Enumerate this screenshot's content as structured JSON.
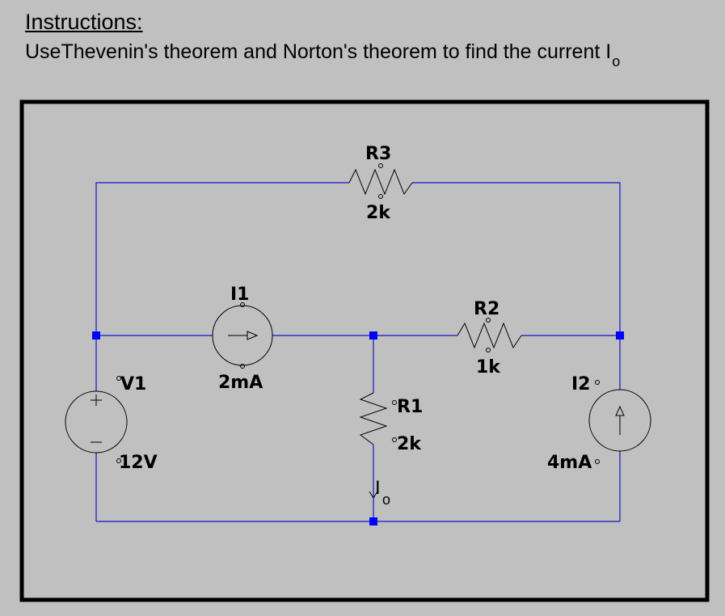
{
  "instructions": {
    "title": "Instructions:",
    "text": "UseThevenin's theorem and Norton's theorem to find the current I",
    "subscript": "o"
  },
  "colors": {
    "background": "#c0c0c0",
    "frame": "#000000",
    "wire": "#1414c8",
    "node": "#0000ff"
  },
  "components": {
    "R3": {
      "name": "R3",
      "value": "2k"
    },
    "R2": {
      "name": "R2",
      "value": "1k"
    },
    "R1": {
      "name": "R1",
      "value": "2k"
    },
    "I1": {
      "name": "I1",
      "value": "2mA"
    },
    "I2": {
      "name": "I2",
      "value": "4mA"
    },
    "V1": {
      "name": "V1",
      "value": "12V"
    }
  },
  "current_label": {
    "main": "I",
    "subscript": "o"
  }
}
